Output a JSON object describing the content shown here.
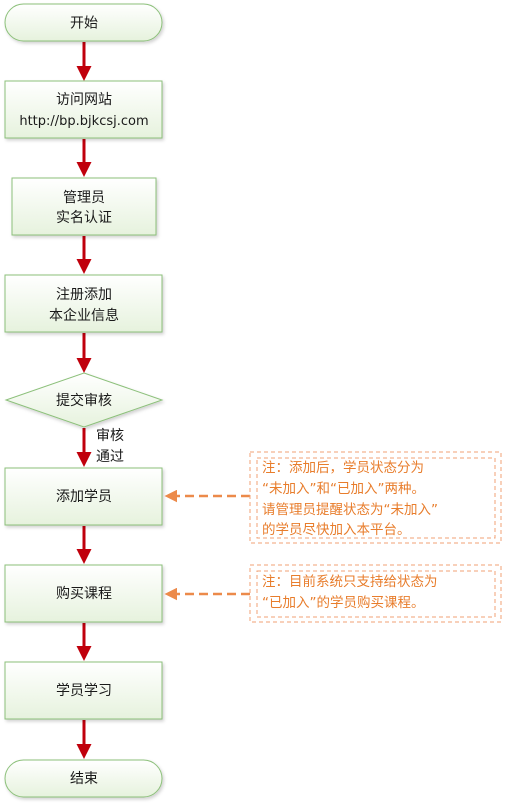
{
  "flowchart": {
    "start": "开始",
    "visit_line1": "访问网站",
    "visit_line2": "http://bp.bjkcsj.com",
    "admin_line1": "管理员",
    "admin_line2": "实名认证",
    "register_line1": "注册添加",
    "register_line2": "本企业信息",
    "submit": "提交审核",
    "approved_line1": "审核",
    "approved_line2": "通过",
    "add_student": "添加学员",
    "buy_course": "购买课程",
    "study": "学员学习",
    "end": "结束"
  },
  "notes": {
    "note1_line1": "注：添加后，学员状态分为",
    "note1_line2": "“未加入”和“已加入”两种。",
    "note1_line3": "请管理员提醒状态为“未加入”",
    "note1_line4": "的学员尽快加入本平台。",
    "note2_line1": "注：目前系统只支持给状态为",
    "note2_line2": "“已加入”的学员购买课程。"
  },
  "colors": {
    "node_fill_top": "#ffffff",
    "node_fill_bottom": "#e9f4e1",
    "node_border": "#8cc07a",
    "arrow": "#c0000c",
    "note_border": "#f1a274",
    "note_text": "#e87d2c",
    "note_arrow": "#ec8a4a"
  }
}
